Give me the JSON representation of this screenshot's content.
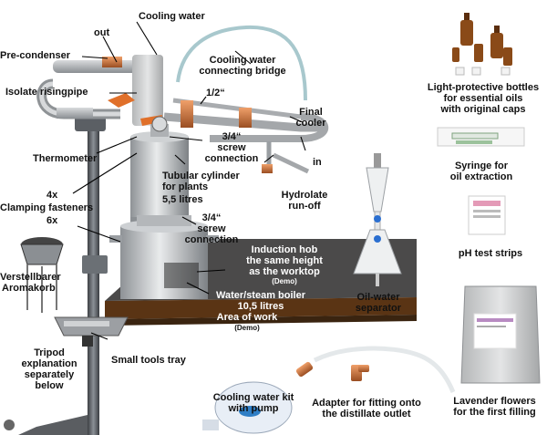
{
  "labels": {
    "cooling_water": "Cooling water",
    "out": "out",
    "pre_condenser": "Pre-condenser",
    "cooling_bridge_1": "Cooling water",
    "cooling_bridge_2": "connecting bridge",
    "isolate_pipe": "Isolate risingpipe",
    "half_inch": "1/2“",
    "final_cooler_1": "Final",
    "final_cooler_2": "cooler",
    "in": "in",
    "thermometer": "Thermometer",
    "screw_34_top_1": "3/4“",
    "screw_34_top_2": "screw",
    "screw_34_top_3": "connection",
    "tubular_1": "Tubular cylinder",
    "tubular_2": "for plants",
    "tubular_3": "5,5 litres",
    "hydrolate_1": "Hydrolate",
    "hydrolate_2": "run-off",
    "clamping_1": "4x",
    "clamping_2": "Clamping fasteners",
    "clamping_3": "6x",
    "screw_34_bot_1": "3/4“",
    "screw_34_bot_2": "screw",
    "screw_34_bot_3": "connection",
    "induction_1": "Induction hob",
    "induction_2": "the same height",
    "induction_3": "as the worktop",
    "induction_demo": "(Demo)",
    "verstell_1": "Verstellbarer",
    "verstell_2": "Aromakorb",
    "boiler_1": "Water/steam boiler",
    "boiler_2": "10,5 litres",
    "area_work": "Area of work",
    "area_demo": "(Demo)",
    "oil_sep_1": "Oil-water",
    "oil_sep_2": "separator",
    "tripod_1": "Tripod",
    "tripod_2": "explanation",
    "tripod_3": "separately",
    "tripod_4": "below",
    "small_tools": "Small tools tray",
    "light_bottles_1": "Light-protective bottles",
    "light_bottles_2": "for essential oils",
    "light_bottles_3": "with original caps",
    "syringe_1": "Syringe for",
    "syringe_2": "oil extraction",
    "ph": "pH test strips",
    "cooling_kit_1": "Cooling water kit",
    "cooling_kit_2": "with pump",
    "adapter_1": "Adapter for fitting onto",
    "adapter_2": "the distillate outlet",
    "lavender_1": "Lavender flowers",
    "lavender_2": "for the first filling"
  },
  "colors": {
    "steel": "#b9bcbf",
    "copper": "#c8743c",
    "worktop": "#4b4a4a",
    "wood": "#5a3414",
    "amber": "#8a4a18",
    "orange_valve": "#e0702a"
  }
}
